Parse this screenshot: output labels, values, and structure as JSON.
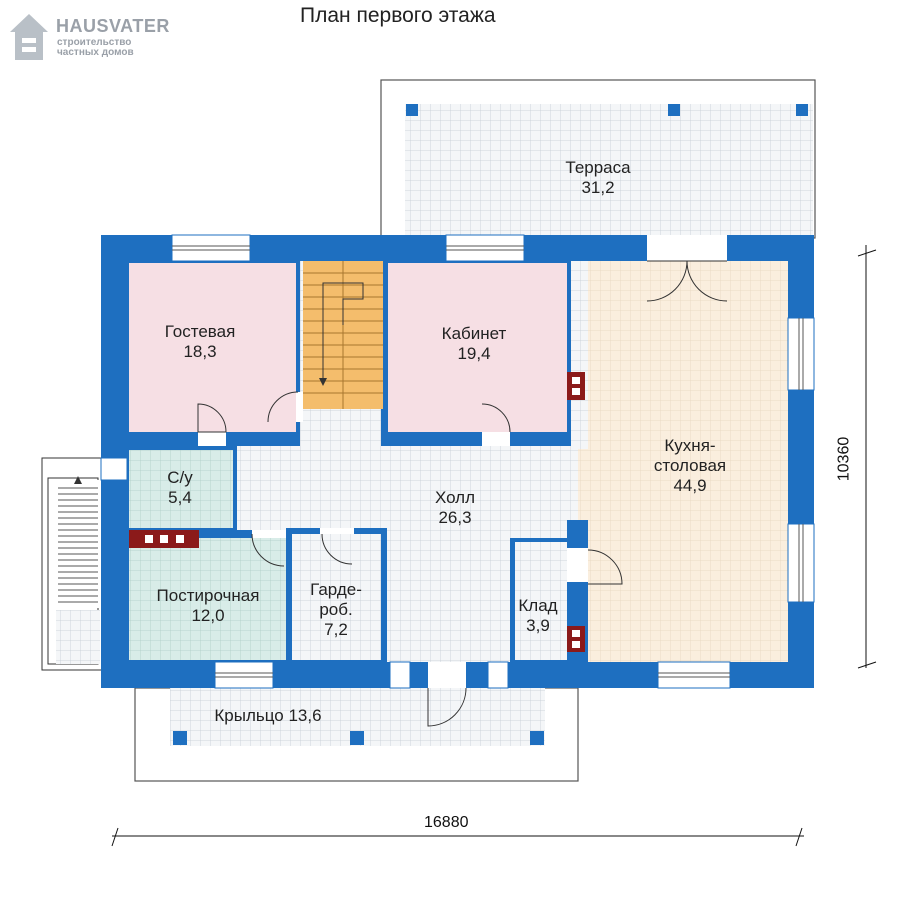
{
  "title": "План первого этажа",
  "brand": {
    "name": "HAUSVATER",
    "tagline_1": "строительство",
    "tagline_2": "частных домов"
  },
  "dimensions": {
    "width": "16880",
    "height": "10360"
  },
  "rooms": {
    "terrace": {
      "name": "Терраса",
      "area": "31,2"
    },
    "guest": {
      "name": "Гостевая",
      "area": "18,3"
    },
    "office": {
      "name": "Кабинет",
      "area": "19,4"
    },
    "kitchen": {
      "name_1": "Кухня-",
      "name_2": "столовая",
      "area": "44,9"
    },
    "bathroom": {
      "name": "С/у",
      "area": "5,4"
    },
    "hall": {
      "name": "Холл",
      "area": "26,3"
    },
    "laundry": {
      "name": "Постирочная",
      "area": "12,0"
    },
    "wardrobe": {
      "name_1": "Гарде-",
      "name_2": "роб.",
      "area": "7,2"
    },
    "storage": {
      "name": "Клад",
      "area": "3,9"
    },
    "porch": {
      "name": "Крыльцо 13,6"
    }
  },
  "colors": {
    "wall": "#1e6fc0",
    "guest_office": "#f6dfe4",
    "kitchen": "#faeede",
    "bathroom": "#d8ece8",
    "stairs": "#f4bd6c",
    "tile": "#f4f6f8"
  }
}
